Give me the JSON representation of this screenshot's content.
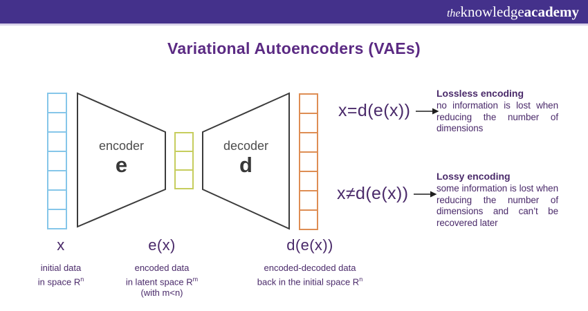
{
  "brand": {
    "the": "the",
    "knowledge": "knowledge",
    "academy": "academy"
  },
  "title": "Variational Autoencoders (VAEs)",
  "diagram": {
    "encoder": {
      "label": "encoder",
      "symbol": "e"
    },
    "decoder": {
      "label": "decoder",
      "symbol": "d"
    },
    "stacks": {
      "input_cells": 7,
      "latent_cells": 3,
      "output_cells": 7
    },
    "colors": {
      "input": "#85C6E9",
      "latent": "#C6CD5D",
      "output": "#DE8D53",
      "outline": "#3B3B3B"
    }
  },
  "annotations": {
    "lossless": {
      "formula": "x=d(e(x))",
      "heading": "Lossless encoding",
      "body": "no information is lost when reducing the number of dimensions"
    },
    "lossy": {
      "formula": "x≠d(e(x))",
      "heading": "Lossy encoding",
      "body": "some information is lost when reducing the number of dimensions and can’t be recovered later"
    }
  },
  "labels": {
    "input": {
      "symbol": "x",
      "line1": "initial data",
      "line2_base": "in space R",
      "line2_sup": "n",
      "line3": ""
    },
    "latent": {
      "symbol": "e(x)",
      "line1": "encoded data",
      "line2_base": "in latent space R",
      "line2_sup": "m",
      "line3": "(with m<n)"
    },
    "output": {
      "symbol": "d(e(x))",
      "line1": "encoded-decoded data",
      "line2_base": "back in the initial space R",
      "line2_sup": "n",
      "line3": ""
    }
  },
  "theme": {
    "header_bg": "#44318B",
    "header_underline": "#D9D3EA",
    "title_color": "#5B2A83",
    "text_color": "#4A2A6A",
    "arrow_color": "#1E1E1E"
  }
}
